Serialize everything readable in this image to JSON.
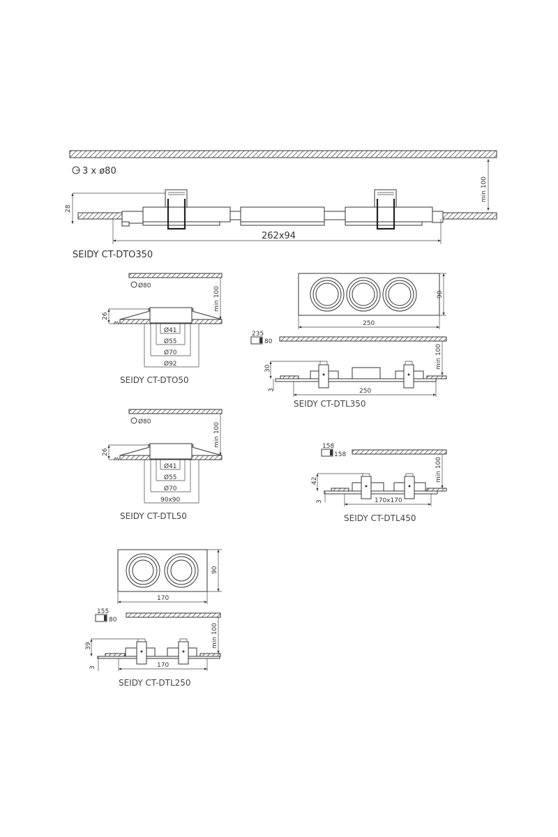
{
  "diagrams": {
    "dto350": {
      "label": "SEIDY CT-DTO350",
      "cutout": "3 x ø80",
      "height": "28",
      "ceiling_gap": "min 100",
      "cutout_size": "262x94"
    },
    "dto50": {
      "label": "SEIDY CT-DTO50",
      "cutout": "Ø80",
      "height": "26",
      "flange": "3",
      "ceiling_gap": "min 100",
      "d1": "Ø41",
      "d2": "Ø55",
      "d3": "Ø70",
      "d4": "Ø92"
    },
    "dtl50": {
      "label": "SEIDY CT-DTL50",
      "cutout": "Ø80",
      "height": "26",
      "flange": "3",
      "ceiling_gap": "min 100",
      "d1": "Ø41",
      "d2": "Ø55",
      "d3": "Ø70",
      "d4": "90x90"
    },
    "dtl350": {
      "label": "SEIDY CT-DTL350",
      "plan_width": "250",
      "plan_height": "90",
      "cutout_w": "235",
      "cutout_h": "80",
      "height": "30",
      "flange": "3",
      "ceiling_gap": "min 100",
      "base_width": "250"
    },
    "dtl450": {
      "label": "SEIDY CT-DTL450",
      "cutout_w": "158",
      "cutout_h": "158",
      "height": "42",
      "flange": "3",
      "ceiling_gap": "min 100",
      "base_width": "170x170"
    },
    "dtl250": {
      "label": "SEIDY CT-DTL250",
      "plan_width": "170",
      "plan_height": "90",
      "cutout_w": "155",
      "cutout_h": "80",
      "height": "39",
      "flange": "3",
      "ceiling_gap": "min 100",
      "base_width": "170"
    }
  }
}
